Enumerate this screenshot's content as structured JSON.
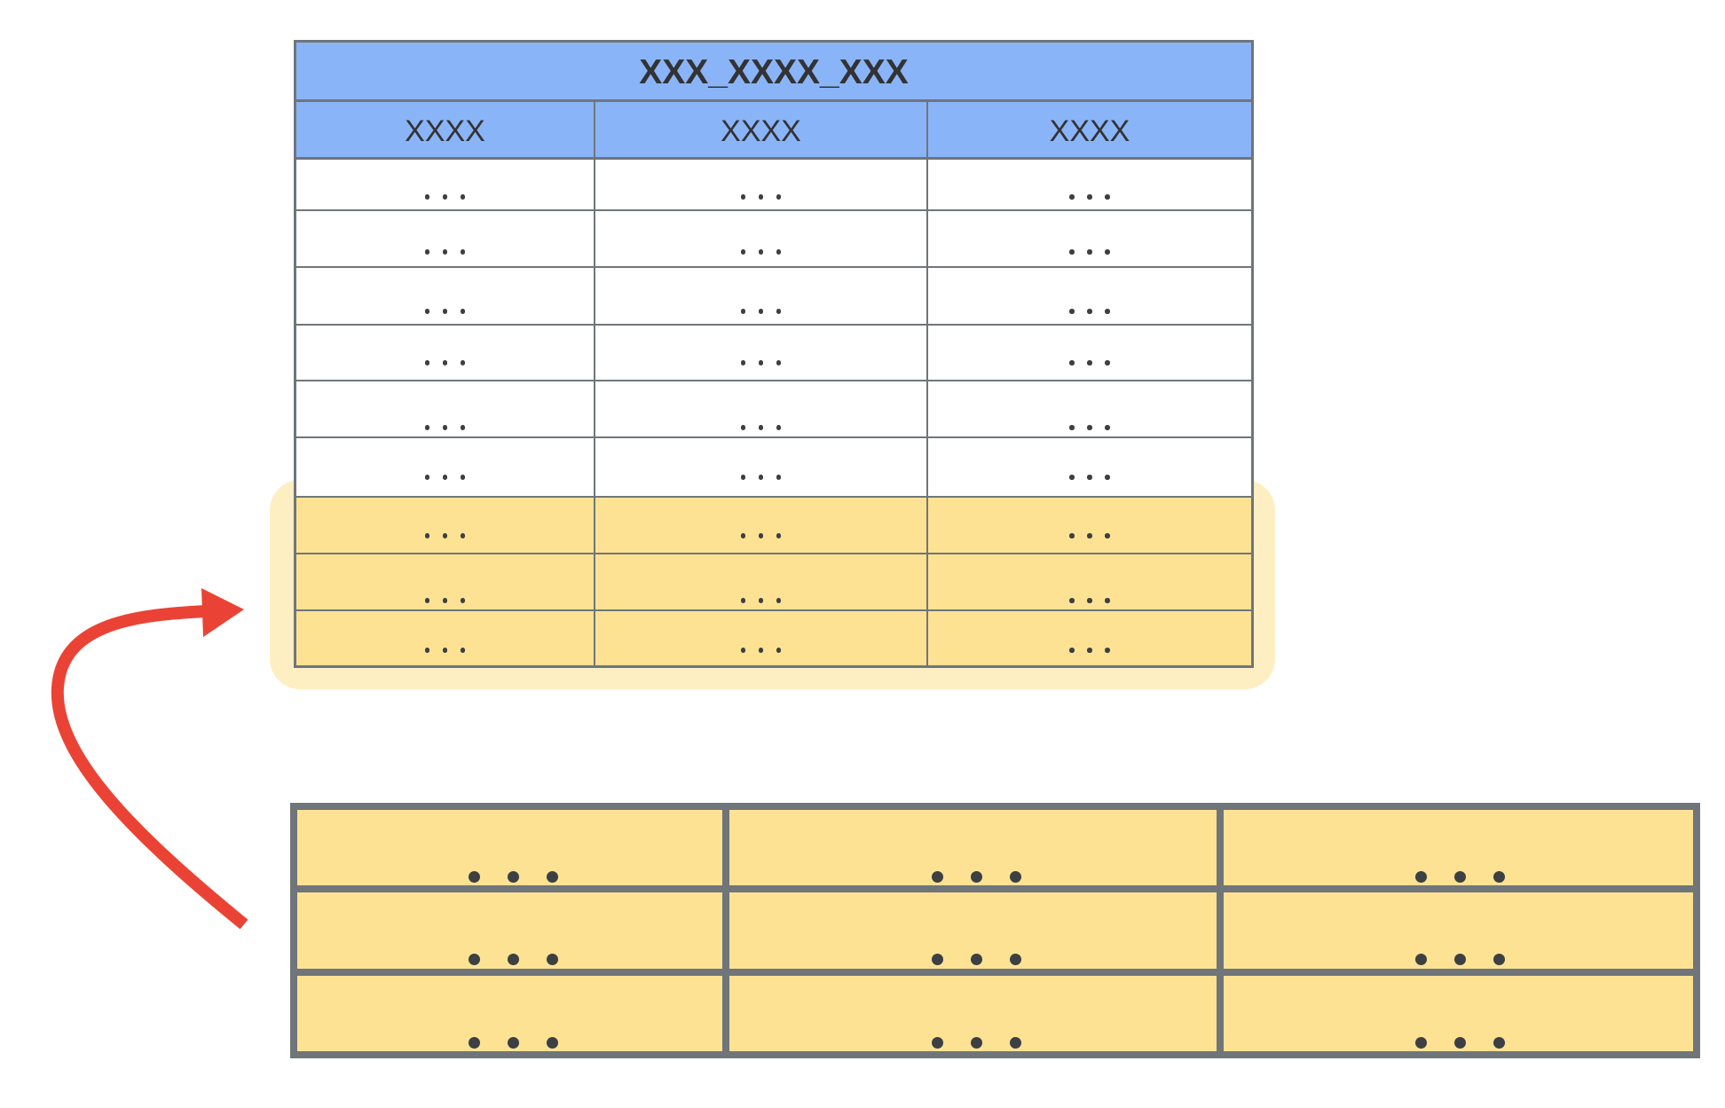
{
  "diagram": {
    "top_table": {
      "title": "XXX_XXXX_XXX",
      "columns": [
        "XXXX",
        "XXXX",
        "XXXX"
      ],
      "rows": [
        [
          "...",
          "...",
          "..."
        ],
        [
          "...",
          "...",
          "..."
        ],
        [
          "...",
          "...",
          "..."
        ],
        [
          "...",
          "...",
          "..."
        ],
        [
          "...",
          "...",
          "..."
        ],
        [
          "...",
          "...",
          "..."
        ],
        [
          "...",
          "...",
          "..."
        ],
        [
          "...",
          "...",
          "..."
        ],
        [
          "...",
          "...",
          "..."
        ]
      ],
      "highlighted_rows": [
        6,
        7,
        8
      ],
      "header_color": "#8ab4f8",
      "highlight_color": "#fde293",
      "halo_color": "#feefc3",
      "border_color": "#70757a"
    },
    "bottom_table": {
      "rows": [
        [
          "...",
          "...",
          "..."
        ],
        [
          "...",
          "...",
          "..."
        ],
        [
          "...",
          "...",
          "..."
        ]
      ],
      "fill_color": "#fde293",
      "border_color": "#70757a"
    },
    "arrow": {
      "color": "#ea4335",
      "from": "bottom_table",
      "to": "top_table.highlighted_rows",
      "icon": "curved-arrow-icon"
    }
  }
}
